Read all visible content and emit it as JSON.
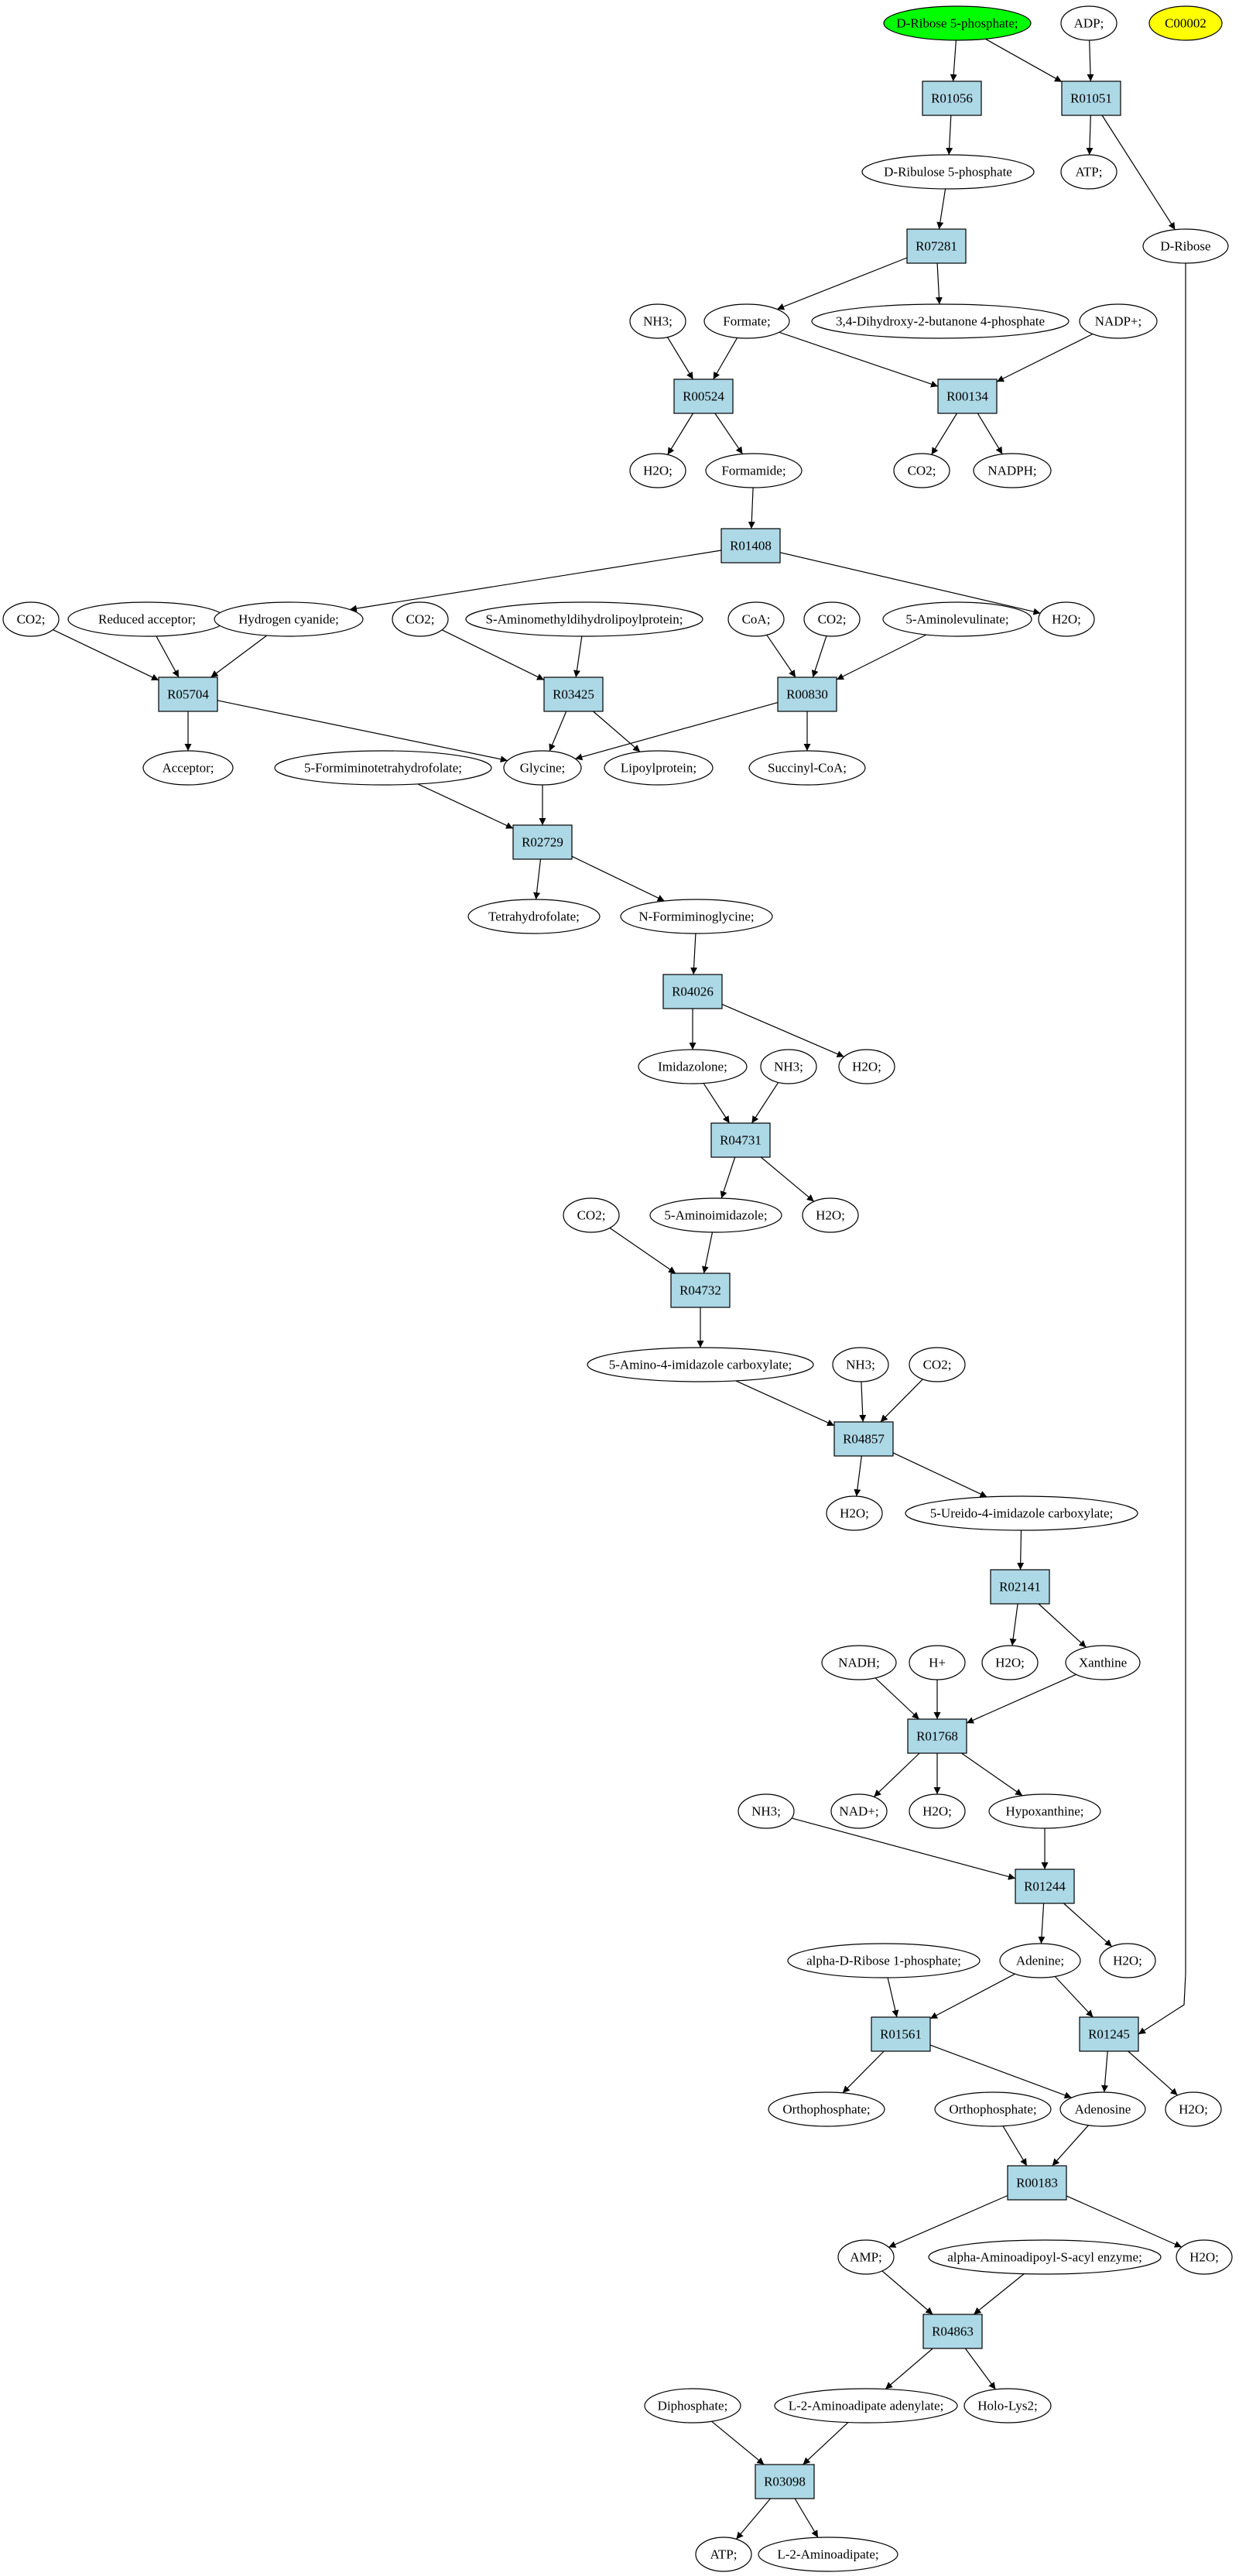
{
  "colors": {
    "reaction_fill": "#add8e6",
    "compound_fill": "#ffffff",
    "start_fill": "#00ff00",
    "highlight_fill": "#ffff00",
    "stroke": "#000000"
  },
  "nodes": [
    {
      "id": "ribose5p",
      "label": "D-Ribose 5-phosphate;",
      "kind": "compound",
      "fill": "#00ff00"
    },
    {
      "id": "adp",
      "label": "ADP;",
      "kind": "compound"
    },
    {
      "id": "c00002",
      "label": "C00002",
      "kind": "compound",
      "fill": "#ffff00"
    },
    {
      "id": "R01056",
      "label": "R01056",
      "kind": "reaction"
    },
    {
      "id": "R01051",
      "label": "R01051",
      "kind": "reaction"
    },
    {
      "id": "ribulose5p",
      "label": "D-Ribulose 5-phosphate",
      "kind": "compound"
    },
    {
      "id": "atp_top",
      "label": "ATP;",
      "kind": "compound"
    },
    {
      "id": "dribose",
      "label": "D-Ribose",
      "kind": "compound"
    },
    {
      "id": "R07281",
      "label": "R07281",
      "kind": "reaction"
    },
    {
      "id": "nh3_1",
      "label": "NH3;",
      "kind": "compound"
    },
    {
      "id": "formate",
      "label": "Formate;",
      "kind": "compound"
    },
    {
      "id": "dihydroxy",
      "label": "3,4-Dihydroxy-2-butanone 4-phosphate",
      "kind": "compound"
    },
    {
      "id": "nadp",
      "label": "NADP+;",
      "kind": "compound"
    },
    {
      "id": "R00524",
      "label": "R00524",
      "kind": "reaction"
    },
    {
      "id": "R00134",
      "label": "R00134",
      "kind": "reaction"
    },
    {
      "id": "h2o_1",
      "label": "H2O;",
      "kind": "compound"
    },
    {
      "id": "formamide",
      "label": "Formamide;",
      "kind": "compound"
    },
    {
      "id": "co2_1",
      "label": "CO2;",
      "kind": "compound"
    },
    {
      "id": "nadph",
      "label": "NADPH;",
      "kind": "compound"
    },
    {
      "id": "R01408",
      "label": "R01408",
      "kind": "reaction"
    },
    {
      "id": "co2_2",
      "label": "CO2;",
      "kind": "compound"
    },
    {
      "id": "redacc",
      "label": "Reduced acceptor;",
      "kind": "compound"
    },
    {
      "id": "hcn",
      "label": "Hydrogen cyanide;",
      "kind": "compound"
    },
    {
      "id": "co2_3",
      "label": "CO2;",
      "kind": "compound"
    },
    {
      "id": "samdl",
      "label": "S-Aminomethyldihydrolipoylprotein;",
      "kind": "compound"
    },
    {
      "id": "coa",
      "label": "CoA;",
      "kind": "compound"
    },
    {
      "id": "co2_4",
      "label": "CO2;",
      "kind": "compound"
    },
    {
      "id": "ala",
      "label": "5-Aminolevulinate;",
      "kind": "compound"
    },
    {
      "id": "h2o_2",
      "label": "H2O;",
      "kind": "compound"
    },
    {
      "id": "R05704",
      "label": "R05704",
      "kind": "reaction"
    },
    {
      "id": "R03425",
      "label": "R03425",
      "kind": "reaction"
    },
    {
      "id": "R00830",
      "label": "R00830",
      "kind": "reaction"
    },
    {
      "id": "acceptor",
      "label": "Acceptor;",
      "kind": "compound"
    },
    {
      "id": "fthf",
      "label": "5-Formiminotetrahydrofolate;",
      "kind": "compound"
    },
    {
      "id": "glycine",
      "label": "Glycine;",
      "kind": "compound"
    },
    {
      "id": "lipoyl",
      "label": "Lipoylprotein;",
      "kind": "compound"
    },
    {
      "id": "succoa",
      "label": "Succinyl-CoA;",
      "kind": "compound"
    },
    {
      "id": "R02729",
      "label": "R02729",
      "kind": "reaction"
    },
    {
      "id": "thf",
      "label": "Tetrahydrofolate;",
      "kind": "compound"
    },
    {
      "id": "nformgly",
      "label": "N-Formiminoglycine;",
      "kind": "compound"
    },
    {
      "id": "R04026",
      "label": "R04026",
      "kind": "reaction"
    },
    {
      "id": "imidazolone",
      "label": "Imidazolone;",
      "kind": "compound"
    },
    {
      "id": "nh3_2",
      "label": "NH3;",
      "kind": "compound"
    },
    {
      "id": "h2o_3",
      "label": "H2O;",
      "kind": "compound"
    },
    {
      "id": "R04731",
      "label": "R04731",
      "kind": "reaction"
    },
    {
      "id": "co2_5",
      "label": "CO2;",
      "kind": "compound"
    },
    {
      "id": "aminoimid",
      "label": "5-Aminoimidazole;",
      "kind": "compound"
    },
    {
      "id": "h2o_4",
      "label": "H2O;",
      "kind": "compound"
    },
    {
      "id": "R04732",
      "label": "R04732",
      "kind": "reaction"
    },
    {
      "id": "aic",
      "label": "5-Amino-4-imidazole carboxylate;",
      "kind": "compound"
    },
    {
      "id": "nh3_3",
      "label": "NH3;",
      "kind": "compound"
    },
    {
      "id": "co2_6",
      "label": "CO2;",
      "kind": "compound"
    },
    {
      "id": "R04857",
      "label": "R04857",
      "kind": "reaction"
    },
    {
      "id": "h2o_5",
      "label": "H2O;",
      "kind": "compound"
    },
    {
      "id": "uic",
      "label": "5-Ureido-4-imidazole carboxylate;",
      "kind": "compound"
    },
    {
      "id": "R02141",
      "label": "R02141",
      "kind": "reaction"
    },
    {
      "id": "h2o_6",
      "label": "H2O;",
      "kind": "compound"
    },
    {
      "id": "xanthine",
      "label": "Xanthine",
      "kind": "compound"
    },
    {
      "id": "nadh",
      "label": "NADH;",
      "kind": "compound"
    },
    {
      "id": "hplus",
      "label": "H+",
      "kind": "compound"
    },
    {
      "id": "R01768",
      "label": "R01768",
      "kind": "reaction"
    },
    {
      "id": "nh3_4",
      "label": "NH3;",
      "kind": "compound"
    },
    {
      "id": "nadplus",
      "label": "NAD+;",
      "kind": "compound"
    },
    {
      "id": "h2o_7",
      "label": "H2O;",
      "kind": "compound"
    },
    {
      "id": "hypox",
      "label": "Hypoxanthine;",
      "kind": "compound"
    },
    {
      "id": "R01244",
      "label": "R01244",
      "kind": "reaction"
    },
    {
      "id": "adr1p",
      "label": "alpha-D-Ribose 1-phosphate;",
      "kind": "compound"
    },
    {
      "id": "adenine",
      "label": "Adenine;",
      "kind": "compound"
    },
    {
      "id": "h2o_8",
      "label": "H2O;",
      "kind": "compound"
    },
    {
      "id": "R01561",
      "label": "R01561",
      "kind": "reaction"
    },
    {
      "id": "R01245",
      "label": "R01245",
      "kind": "reaction"
    },
    {
      "id": "ortho_1",
      "label": "Orthophosphate;",
      "kind": "compound"
    },
    {
      "id": "ortho_2",
      "label": "Orthophosphate;",
      "kind": "compound"
    },
    {
      "id": "adenosine",
      "label": "Adenosine",
      "kind": "compound"
    },
    {
      "id": "h2o_9",
      "label": "H2O;",
      "kind": "compound"
    },
    {
      "id": "R00183",
      "label": "R00183",
      "kind": "reaction"
    },
    {
      "id": "amp",
      "label": "AMP;",
      "kind": "compound"
    },
    {
      "id": "aaase",
      "label": "alpha-Aminoadipoyl-S-acyl enzyme;",
      "kind": "compound"
    },
    {
      "id": "h2o_10",
      "label": "H2O;",
      "kind": "compound"
    },
    {
      "id": "R04863",
      "label": "R04863",
      "kind": "reaction"
    },
    {
      "id": "diphosphate",
      "label": "Diphosphate;",
      "kind": "compound"
    },
    {
      "id": "l2aa",
      "label": "L-2-Aminoadipate adenylate;",
      "kind": "compound"
    },
    {
      "id": "hololys2",
      "label": "Holo-Lys2;",
      "kind": "compound"
    },
    {
      "id": "R03098",
      "label": "R03098",
      "kind": "reaction"
    },
    {
      "id": "atp_bot",
      "label": "ATP;",
      "kind": "compound"
    },
    {
      "id": "l2aminoadipate",
      "label": "L-2-Aminoadipate;",
      "kind": "compound"
    }
  ],
  "edges": [
    {
      "from": "ribose5p",
      "to": "R01056"
    },
    {
      "from": "ribose5p",
      "to": "R01051"
    },
    {
      "from": "adp",
      "to": "R01051"
    },
    {
      "from": "R01056",
      "to": "ribulose5p"
    },
    {
      "from": "R01051",
      "to": "atp_top"
    },
    {
      "from": "R01051",
      "to": "dribose"
    },
    {
      "from": "ribulose5p",
      "to": "R07281"
    },
    {
      "from": "R07281",
      "to": "formate"
    },
    {
      "from": "R07281",
      "to": "dihydroxy"
    },
    {
      "from": "nh3_1",
      "to": "R00524"
    },
    {
      "from": "formate",
      "to": "R00524"
    },
    {
      "from": "formate",
      "to": "R00134"
    },
    {
      "from": "nadp",
      "to": "R00134"
    },
    {
      "from": "R00524",
      "to": "h2o_1"
    },
    {
      "from": "R00524",
      "to": "formamide"
    },
    {
      "from": "R00134",
      "to": "co2_1"
    },
    {
      "from": "R00134",
      "to": "nadph"
    },
    {
      "from": "formamide",
      "to": "R01408"
    },
    {
      "from": "R01408",
      "to": "hcn"
    },
    {
      "from": "R01408",
      "to": "h2o_2"
    },
    {
      "from": "co2_2",
      "to": "R05704"
    },
    {
      "from": "redacc",
      "to": "R05704"
    },
    {
      "from": "hcn",
      "to": "R05704"
    },
    {
      "from": "co2_3",
      "to": "R03425"
    },
    {
      "from": "samdl",
      "to": "R03425"
    },
    {
      "from": "coa",
      "to": "R00830"
    },
    {
      "from": "co2_4",
      "to": "R00830"
    },
    {
      "from": "ala",
      "to": "R00830"
    },
    {
      "from": "R05704",
      "to": "acceptor"
    },
    {
      "from": "R05704",
      "to": "glycine"
    },
    {
      "from": "R03425",
      "to": "glycine"
    },
    {
      "from": "R03425",
      "to": "lipoyl"
    },
    {
      "from": "R00830",
      "to": "glycine"
    },
    {
      "from": "R00830",
      "to": "succoa"
    },
    {
      "from": "fthf",
      "to": "R02729"
    },
    {
      "from": "glycine",
      "to": "R02729"
    },
    {
      "from": "R02729",
      "to": "thf"
    },
    {
      "from": "R02729",
      "to": "nformgly"
    },
    {
      "from": "nformgly",
      "to": "R04026"
    },
    {
      "from": "R04026",
      "to": "imidazolone"
    },
    {
      "from": "R04026",
      "to": "h2o_3"
    },
    {
      "from": "imidazolone",
      "to": "R04731"
    },
    {
      "from": "nh3_2",
      "to": "R04731"
    },
    {
      "from": "R04731",
      "to": "aminoimid"
    },
    {
      "from": "R04731",
      "to": "h2o_4"
    },
    {
      "from": "co2_5",
      "to": "R04732"
    },
    {
      "from": "aminoimid",
      "to": "R04732"
    },
    {
      "from": "R04732",
      "to": "aic"
    },
    {
      "from": "aic",
      "to": "R04857"
    },
    {
      "from": "nh3_3",
      "to": "R04857"
    },
    {
      "from": "co2_6",
      "to": "R04857"
    },
    {
      "from": "R04857",
      "to": "h2o_5"
    },
    {
      "from": "R04857",
      "to": "uic"
    },
    {
      "from": "uic",
      "to": "R02141"
    },
    {
      "from": "R02141",
      "to": "h2o_6"
    },
    {
      "from": "R02141",
      "to": "xanthine"
    },
    {
      "from": "nadh",
      "to": "R01768"
    },
    {
      "from": "hplus",
      "to": "R01768"
    },
    {
      "from": "xanthine",
      "to": "R01768"
    },
    {
      "from": "R01768",
      "to": "nadplus"
    },
    {
      "from": "R01768",
      "to": "h2o_7"
    },
    {
      "from": "R01768",
      "to": "hypox"
    },
    {
      "from": "nh3_4",
      "to": "R01244"
    },
    {
      "from": "hypox",
      "to": "R01244"
    },
    {
      "from": "R01244",
      "to": "adenine"
    },
    {
      "from": "R01244",
      "to": "h2o_8"
    },
    {
      "from": "adr1p",
      "to": "R01561"
    },
    {
      "from": "adenine",
      "to": "R01561"
    },
    {
      "from": "adenine",
      "to": "R01245"
    },
    {
      "from": "dribose",
      "to": "R01245"
    },
    {
      "from": "R01561",
      "to": "ortho_1"
    },
    {
      "from": "R01561",
      "to": "adenosine"
    },
    {
      "from": "R01245",
      "to": "adenosine"
    },
    {
      "from": "R01245",
      "to": "h2o_9"
    },
    {
      "from": "ortho_2",
      "to": "R00183"
    },
    {
      "from": "adenosine",
      "to": "R00183"
    },
    {
      "from": "R00183",
      "to": "amp"
    },
    {
      "from": "R00183",
      "to": "h2o_10"
    },
    {
      "from": "amp",
      "to": "R04863"
    },
    {
      "from": "aaase",
      "to": "R04863"
    },
    {
      "from": "R04863",
      "to": "l2aa"
    },
    {
      "from": "R04863",
      "to": "hololys2"
    },
    {
      "from": "diphosphate",
      "to": "R03098"
    },
    {
      "from": "l2aa",
      "to": "R03098"
    },
    {
      "from": "R03098",
      "to": "atp_bot"
    },
    {
      "from": "R03098",
      "to": "l2aminoadipate"
    }
  ]
}
